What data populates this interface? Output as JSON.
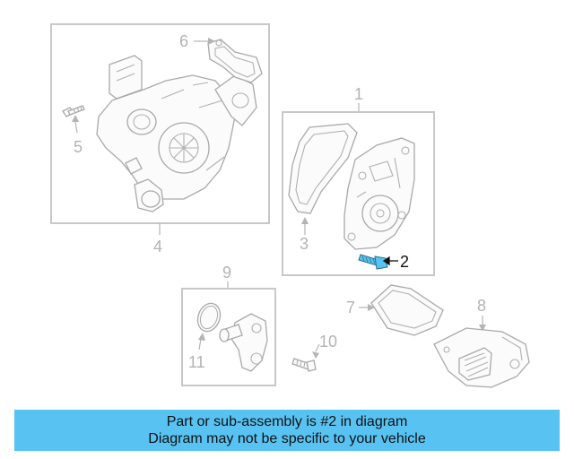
{
  "callouts": {
    "c1": "1",
    "c2": "2",
    "c3": "3",
    "c4": "4",
    "c5": "5",
    "c6": "6",
    "c7": "7",
    "c8": "8",
    "c9": "9",
    "c10": "10",
    "c11": "11"
  },
  "highlight_part": "2",
  "colors": {
    "highlight_part": "#58c3f2",
    "banner": "#58c3f2",
    "outline": "#a9a9a9"
  },
  "caption": {
    "line1": "Part or sub-assembly is #2 in diagram",
    "line2": "Diagram may not be specific to your vehicle"
  }
}
